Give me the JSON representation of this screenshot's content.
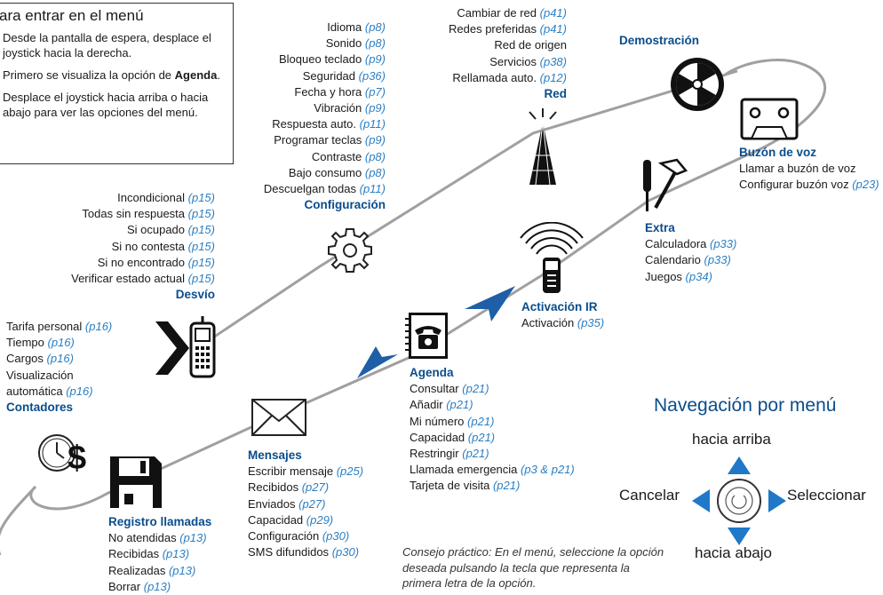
{
  "instructions": {
    "title": "ara entrar en el menú",
    "step1": "Desde la pantalla de espera, desplace el joystick hacia la derecha.",
    "step2_prefix": "Primero se visualiza la opción de ",
    "step2_bold": "Agenda",
    "step2_suffix": ".",
    "step3": "Desplace el joystick hacia arriba o hacia abajo para ver las opciones del menú."
  },
  "red": {
    "title": "Red",
    "items": [
      {
        "label": "Cambiar de red",
        "page": "(p41)"
      },
      {
        "label": "Redes preferidas",
        "page": "(p41)"
      },
      {
        "label": "Red de origen",
        "page": ""
      },
      {
        "label": "Servicios",
        "page": "(p38)"
      },
      {
        "label": "Rellamada auto.",
        "page": "(p12)"
      }
    ]
  },
  "demostracion": {
    "title": "Demostración"
  },
  "configuracion": {
    "title": "Configuración",
    "items": [
      {
        "label": "Idioma",
        "page": "(p8)"
      },
      {
        "label": "Sonido",
        "page": "(p8)"
      },
      {
        "label": "Bloqueo teclado",
        "page": "(p9)"
      },
      {
        "label": "Seguridad",
        "page": "(p36)"
      },
      {
        "label": "Fecha y hora",
        "page": "(p7)"
      },
      {
        "label": "Vibración",
        "page": "(p9)"
      },
      {
        "label": "Respuesta auto.",
        "page": "(p11)"
      },
      {
        "label": "Programar teclas",
        "page": "(p9)"
      },
      {
        "label": "Contraste",
        "page": "(p8)"
      },
      {
        "label": "Bajo consumo",
        "page": "(p8)"
      },
      {
        "label": "Descuelgan todas",
        "page": "(p11)"
      }
    ]
  },
  "buzon": {
    "title": "Buzón de voz",
    "items": [
      {
        "label": "Llamar a buzón de voz",
        "page": ""
      },
      {
        "label": "Configurar buzón voz",
        "page": "(p23)"
      }
    ]
  },
  "extra": {
    "title": "Extra",
    "items": [
      {
        "label": "Calculadora",
        "page": "(p33)"
      },
      {
        "label": "Calendario",
        "page": "(p33)"
      },
      {
        "label": "Juegos",
        "page": "(p34)"
      }
    ]
  },
  "desvio": {
    "title": "Desvío",
    "items": [
      {
        "label": "Incondicional",
        "page": "(p15)"
      },
      {
        "label": "Todas sin respuesta",
        "page": "(p15)"
      },
      {
        "label": "Si ocupado",
        "page": "(p15)"
      },
      {
        "label": "Si no contesta",
        "page": "(p15)"
      },
      {
        "label": "Si no encontrado",
        "page": "(p15)"
      },
      {
        "label": "Verificar estado actual",
        "page": "(p15)"
      }
    ]
  },
  "activacion_ir": {
    "title": "Activación IR",
    "items": [
      {
        "label": "Activación",
        "page": "(p35)"
      }
    ]
  },
  "contadores": {
    "title": "Contadores",
    "items": [
      {
        "label": "Tarifa personal",
        "page": "(p16)"
      },
      {
        "label": "Tiempo",
        "page": "(p16)"
      },
      {
        "label": "Cargos",
        "page": "(p16)"
      },
      {
        "label": "Visualización",
        "page": ""
      },
      {
        "label": "automática",
        "page": "(p16)"
      }
    ]
  },
  "agenda": {
    "title": "Agenda",
    "items": [
      {
        "label": "Consultar",
        "page": "(p21)"
      },
      {
        "label": "Añadir",
        "page": "(p21)"
      },
      {
        "label": "Mi número",
        "page": "(p21)"
      },
      {
        "label": "Capacidad",
        "page": "(p21)"
      },
      {
        "label": "Restringir",
        "page": "(p21)"
      },
      {
        "label": "Llamada emergencia",
        "page": "(p3 & p21)"
      },
      {
        "label": "Tarjeta de visita",
        "page": "(p21)"
      }
    ]
  },
  "mensajes": {
    "title": "Mensajes",
    "items": [
      {
        "label": "Escribir mensaje",
        "page": "(p25)"
      },
      {
        "label": "Recibidos",
        "page": "(p27)"
      },
      {
        "label": "Enviados",
        "page": "(p27)"
      },
      {
        "label": "Capacidad",
        "page": "(p29)"
      },
      {
        "label": "Configuración",
        "page": "(p30)"
      },
      {
        "label": "SMS difundidos",
        "page": "(p30)"
      }
    ]
  },
  "registro": {
    "title": "Registro llamadas",
    "items": [
      {
        "label": "No atendidas",
        "page": "(p13)"
      },
      {
        "label": "Recibidas",
        "page": "(p13)"
      },
      {
        "label": "Realizadas",
        "page": "(p13)"
      },
      {
        "label": "Borrar",
        "page": "(p13)"
      }
    ]
  },
  "tip": "Consejo práctico: En el menú, seleccione la opción deseada pulsando la tecla que representa la primera letra de la opción.",
  "navigation": {
    "title": "Navegación por menú",
    "up": "hacia arriba",
    "down": "hacia abajo",
    "left": "Cancelar",
    "right": "Seleccionar"
  },
  "colors": {
    "heading": "#0a4d8c",
    "page_ref": "#2a7fc4",
    "path_line": "#a0a0a0",
    "arrow": "#1f5fa8"
  }
}
